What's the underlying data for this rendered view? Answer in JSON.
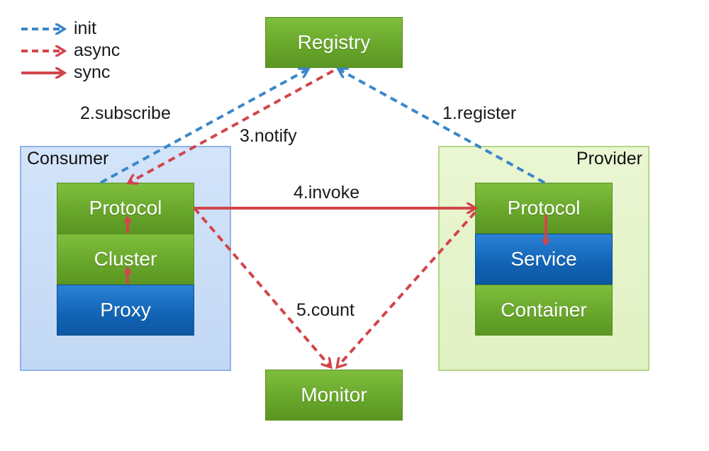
{
  "legend": {
    "init": "init",
    "async": "async",
    "sync": "sync"
  },
  "nodes": {
    "registry": "Registry",
    "monitor": "Monitor",
    "consumer": {
      "title": "Consumer",
      "protocol": "Protocol",
      "cluster": "Cluster",
      "proxy": "Proxy"
    },
    "provider": {
      "title": "Provider",
      "protocol": "Protocol",
      "service": "Service",
      "container": "Container"
    }
  },
  "edges": {
    "register": "1.register",
    "subscribe": "2.subscribe",
    "notify": "3.notify",
    "invoke": "4.invoke",
    "count": "5.count"
  },
  "colors": {
    "init": "#3b86c8",
    "async": "#d2454a",
    "sync": "#d2454a",
    "green_box": "#6aa82c",
    "blue_box": "#1266b7"
  }
}
